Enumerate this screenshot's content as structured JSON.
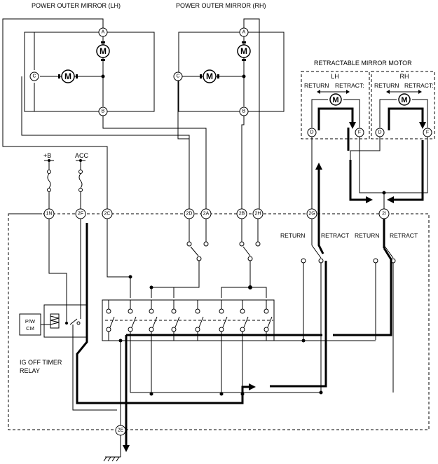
{
  "titles": {
    "mirror_lh": "POWER OUTER MIRROR (LH)",
    "mirror_rh": "POWER OUTER MIRROR (RH)",
    "retract_motor": "RETRACTABLE MIRROR MOTOR",
    "lh": "LH",
    "rh": "RH"
  },
  "labels": {
    "return": "RETURN",
    "retract": "RETRACT",
    "retract_colon": "RETRACT:",
    "plus_b": "+B",
    "acc": "ACC",
    "pw_cm_line1": "P/W",
    "pw_cm_line2": "CM",
    "timer_line1": "IG OFF TIMER",
    "timer_line2": "RELAY",
    "motor": "M"
  },
  "mirror_terminals": {
    "a": "A",
    "b": "B",
    "c": "C"
  },
  "retract_terminals": {
    "d": "D",
    "f": "F"
  },
  "connectors": {
    "c1n": "1N",
    "c2f": "2F",
    "c2c": "2C",
    "c2d": "2D",
    "c2a": "2A",
    "c2b": "2B",
    "c2h": "2H",
    "c2g": "2G",
    "c2i": "2I",
    "c2e": "2E"
  }
}
